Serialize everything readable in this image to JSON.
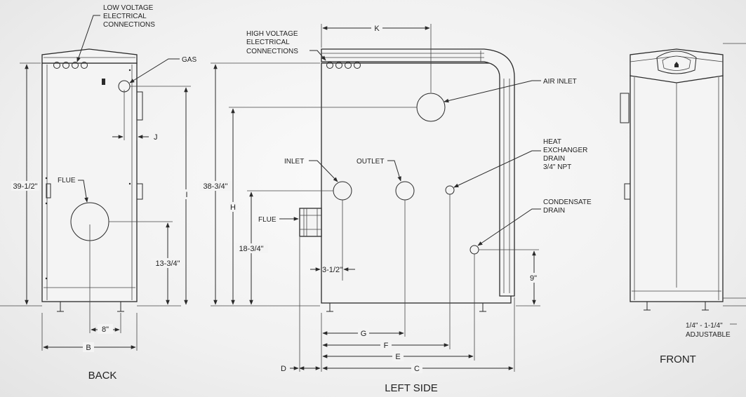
{
  "views": {
    "back": "BACK",
    "left_side": "LEFT SIDE",
    "front": "FRONT"
  },
  "callouts": {
    "low_voltage": [
      "LOW VOLTAGE",
      "ELECTRICAL",
      "CONNECTIONS"
    ],
    "gas": "GAS",
    "flue_back": "FLUE",
    "high_voltage": [
      "HIGH VOLTAGE",
      "ELECTRICAL",
      "CONNECTIONS"
    ],
    "air_inlet": "AIR INLET",
    "inlet": "INLET",
    "outlet": "OUTLET",
    "flue_side": "FLUE",
    "heat_exchanger_drain": [
      "HEAT",
      "EXCHANGER",
      "DRAIN",
      "3/4\" NPT"
    ],
    "condensate_drain": [
      "CONDENSATE",
      "DRAIN"
    ],
    "adjustable": [
      "1/4\" - 1-1/4\"",
      "ADJUSTABLE"
    ]
  },
  "dimensions": {
    "height_back": "39-1/2\"",
    "flue_height": "13-3/4\"",
    "flue_offset": "8\"",
    "width": "B",
    "gas_offset": "J",
    "gas_height": "I",
    "top_to_connections": "K",
    "overall_height_side": "38-3/4\"",
    "air_inlet_height": "H",
    "inlet_outlet_height": "18-3/4\"",
    "flue_depth": "3-1/2\"",
    "condensate_height": "9\"",
    "outlet_offset": "G",
    "hx_drain_offset": "F",
    "condensate_offset": "E",
    "depth": "C",
    "flue_extension": "D"
  }
}
